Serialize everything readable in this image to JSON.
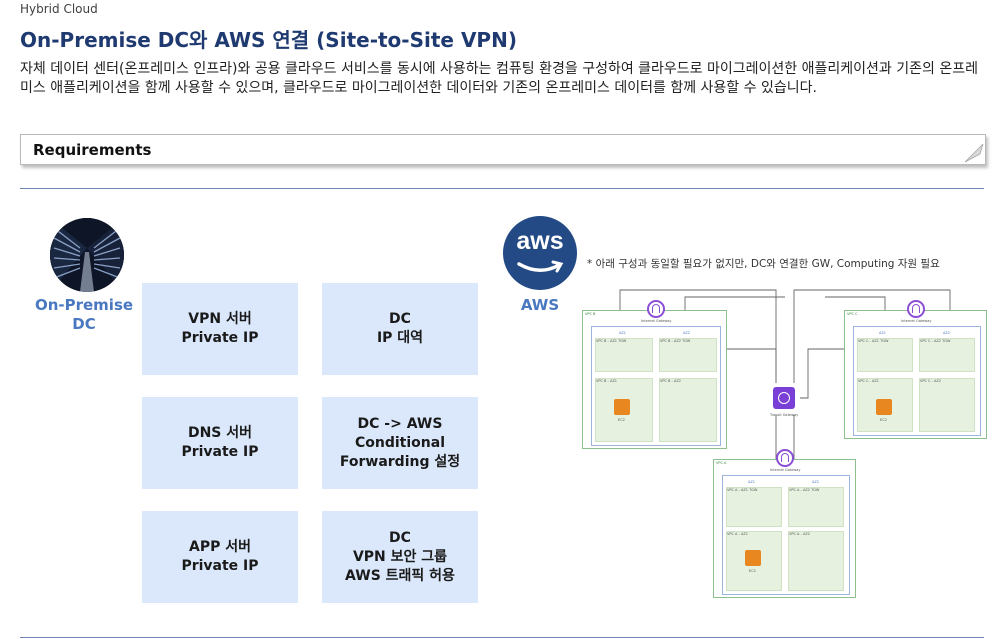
{
  "breadcrumb": "Hybrid Cloud",
  "title": "On-Premise DC와 AWS 연결 (Site-to-Site VPN)",
  "description": "자체 데이터 센터(온프레미스 인프라)와 공용 클라우드 서비스를 동시에 사용하는 컴퓨팅 환경을 구성하여 클라우드로 마이그레이션한 애플리케이션과 기존의 온프레미스 애플리케이션을 함께 사용할 수 있으며, 클라우드로 마이그레이션한 데이터와 기존의 온프레미스 데이터를 함께 사용할 수 있습니다.",
  "requirements_label": "Requirements",
  "onprem": {
    "label": "On-Premise\nDC",
    "photo_icon": "server-room-photo"
  },
  "requirements": [
    "VPN 서버\nPrivate IP",
    "DC\nIP 대역",
    "DNS 서버\nPrivate IP",
    "DC -> AWS\nConditional\nForwarding 설정",
    "APP 서버\nPrivate IP",
    "DC\nVPN 보안 그룹\nAWS 트래픽 허용"
  ],
  "aws": {
    "logo_text": "aws",
    "label": "AWS",
    "note": "* 아래 구성과 동일할 필요가 없지만, DC와 연결한 GW, Computing 자원 필요"
  },
  "diagram": {
    "vpc_b": {
      "name": "VPC B",
      "az1": "AZ1",
      "az2": "AZ2",
      "igw": "Internet Gateway",
      "subnets": [
        "VPC B - AZ1 TGW",
        "VPC B - AZ2 TGW",
        "VPC B - AZ1",
        "VPC B - AZ2"
      ],
      "ec2": "EC2"
    },
    "vpc_c": {
      "name": "VPC C",
      "az1": "AZ1",
      "az2": "AZ2",
      "igw": "Internet Gateway",
      "subnets": [
        "VPC C - AZ1 TGW",
        "VPC C - AZ2 TGW",
        "VPC C - AZ1",
        "VPC C - AZ2"
      ],
      "ec2": "EC2"
    },
    "vpc_a": {
      "name": "VPC A",
      "az1": "AZ1",
      "az2": "AZ2",
      "igw": "Internet Gateway",
      "subnets": [
        "VPC A - AZ1 TGW",
        "VPC A - AZ2 TGW",
        "VPC A - AZ1",
        "VPC A - AZ2"
      ],
      "ec2": "EC2"
    },
    "tgw": "Transit Gateway"
  },
  "colors": {
    "title": "#1f3a70",
    "accent_label": "#4a78c0",
    "req_fill": "#dbe8fb",
    "aws_logo": "#234a85",
    "vpc_border": "#8cc08c",
    "subnet_fill": "#e6f1df",
    "tgw": "#7a3fd6",
    "ec2": "#e8861f",
    "igw": "#8b4fd6"
  }
}
